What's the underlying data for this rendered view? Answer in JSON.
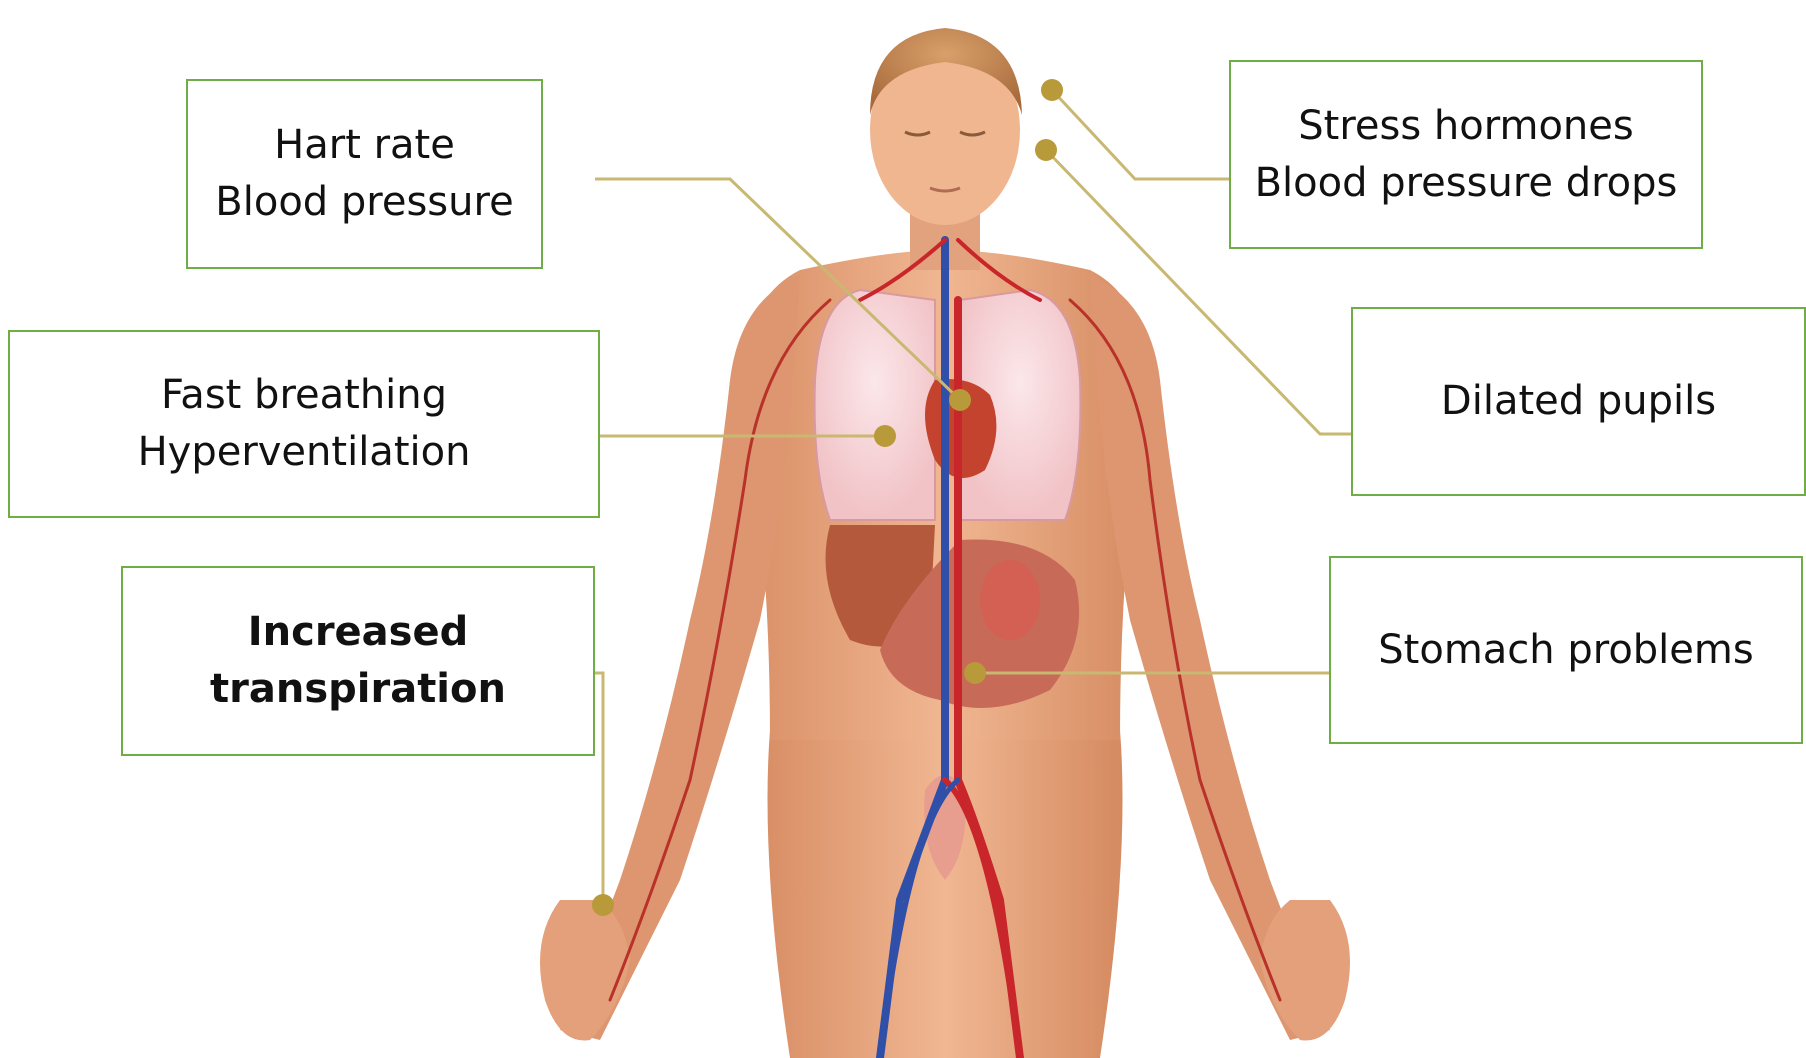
{
  "labels": {
    "heart": {
      "line1": "Hart rate",
      "line2": "Blood pressure"
    },
    "breathing": {
      "line1": "Fast breathing",
      "line2": "Hyperventilation"
    },
    "sweat": {
      "line1": "Increased",
      "line2": "transpiration"
    },
    "stress": {
      "line1": "Stress hormones",
      "line2": "Blood pressure drops"
    },
    "pupils": {
      "line1": "Dilated pupils"
    },
    "stomach": {
      "line1": "Stomach problems"
    }
  },
  "colors": {
    "box_border": "#6fae47",
    "leader_line": "#c8b872",
    "marker_dot": "#b89a3a",
    "skin": "#e4a27c",
    "artery": "#c8262b",
    "vein": "#2f4fa8"
  }
}
